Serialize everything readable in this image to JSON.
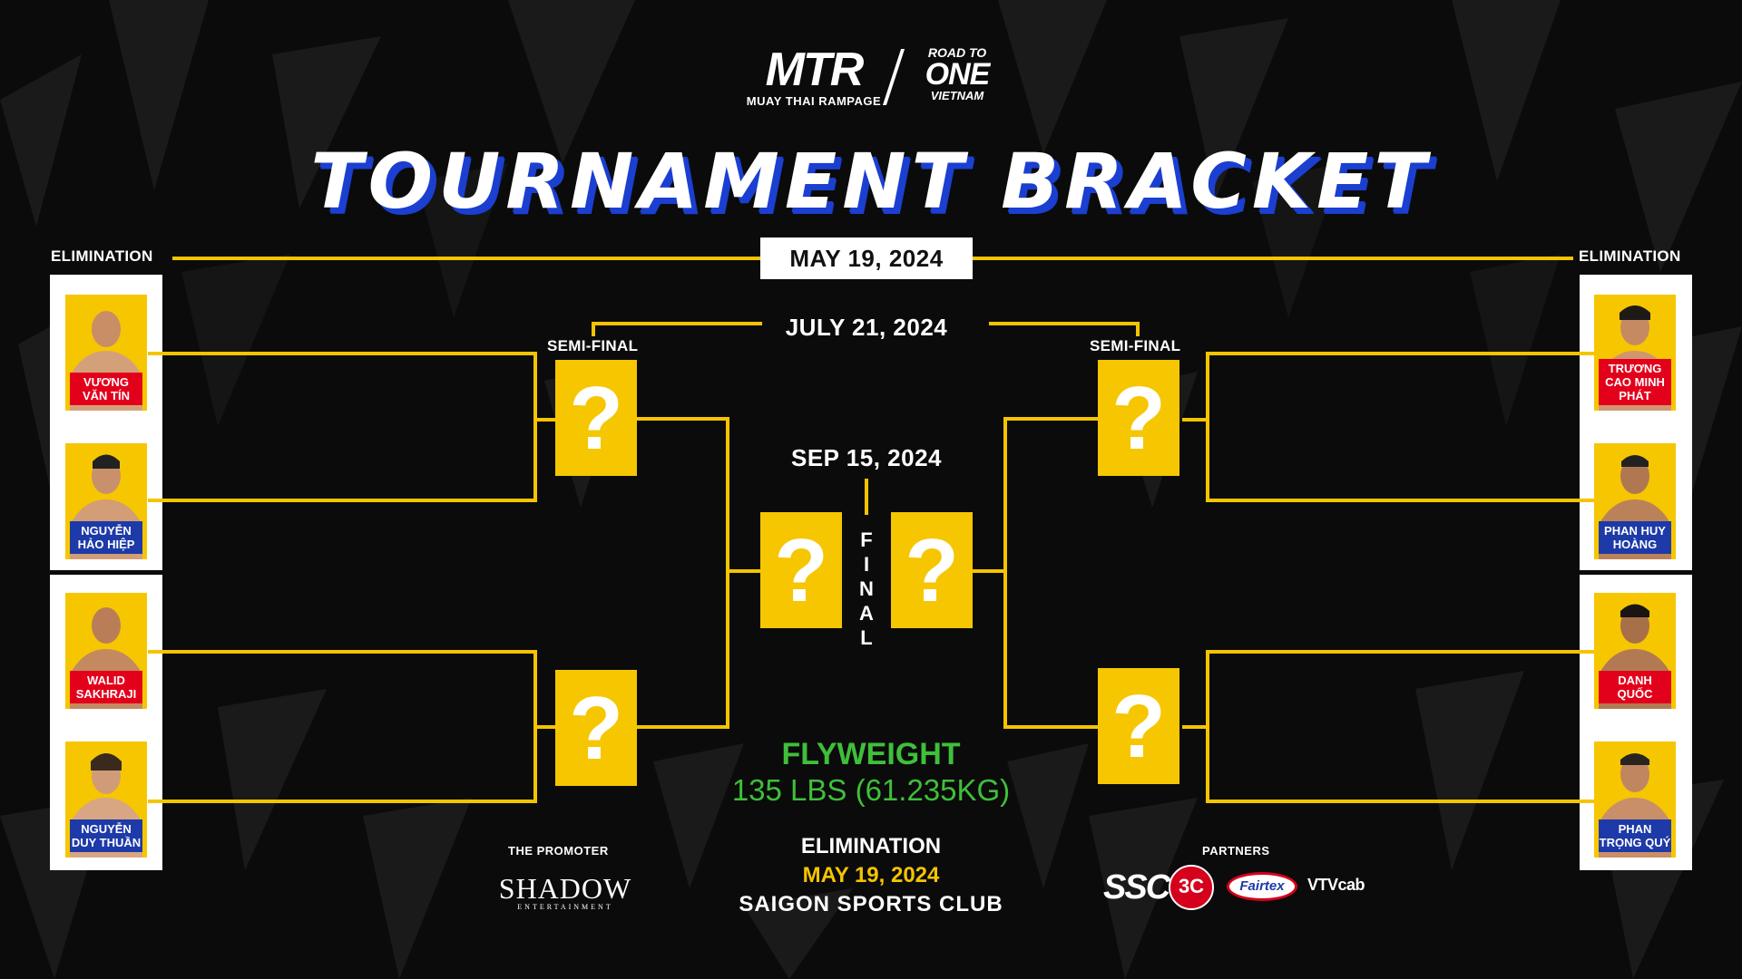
{
  "brand": {
    "mtr_logo": "MTR",
    "mtr_sub": "MUAY THAI RAMPAGE",
    "road_top": "ROAD TO",
    "road_mid": "ONE",
    "road_bot": "VIETNAM"
  },
  "title": "TOURNAMENT BRACKET",
  "elimination_label": "ELIMINATION",
  "elimination_date": "MAY 19, 2024",
  "semifinal_label": "SEMI-FINAL",
  "semifinal_date": "JULY 21, 2024",
  "final_date": "SEP 15, 2024",
  "final_letters": [
    "F",
    "I",
    "N",
    "A",
    "L"
  ],
  "tbd_mark": "?",
  "fighters_left": [
    {
      "name": "VƯƠNG VĂN TÍN",
      "color": "red"
    },
    {
      "name": "NGUYỄN HẢO HIỆP",
      "color": "blue"
    },
    {
      "name": "WALID SAKHRAJI",
      "color": "red"
    },
    {
      "name": "NGUYỄN DUY THUẦN",
      "color": "blue"
    }
  ],
  "fighters_right": [
    {
      "name": "TRƯƠNG CAO MINH PHÁT",
      "color": "red"
    },
    {
      "name": "PHAN HUY HOÀNG",
      "color": "blue"
    },
    {
      "name": "DANH QUỐC",
      "color": "red"
    },
    {
      "name": "PHAN TRỌNG QUÝ",
      "color": "blue"
    }
  ],
  "weight": {
    "class": "FLYWEIGHT",
    "limit": "135 LBS (61.235KG)"
  },
  "event": {
    "label": "ELIMINATION",
    "date": "MAY 19, 2024",
    "venue": "SAIGON SPORTS CLUB"
  },
  "promoter": {
    "label": "THE PROMOTER",
    "name": "SHADOW",
    "sub": "ENTERTAINMENT"
  },
  "partners": {
    "label": "PARTNERS",
    "logos": [
      "SSC",
      "3C",
      "Fairtex",
      "VTVcab"
    ]
  },
  "colors": {
    "accent": "#f5c400",
    "red": "#e3001b",
    "blue": "#1d3aa8",
    "green": "#3fbf3a",
    "title_shadow": "#1b3fd0"
  }
}
